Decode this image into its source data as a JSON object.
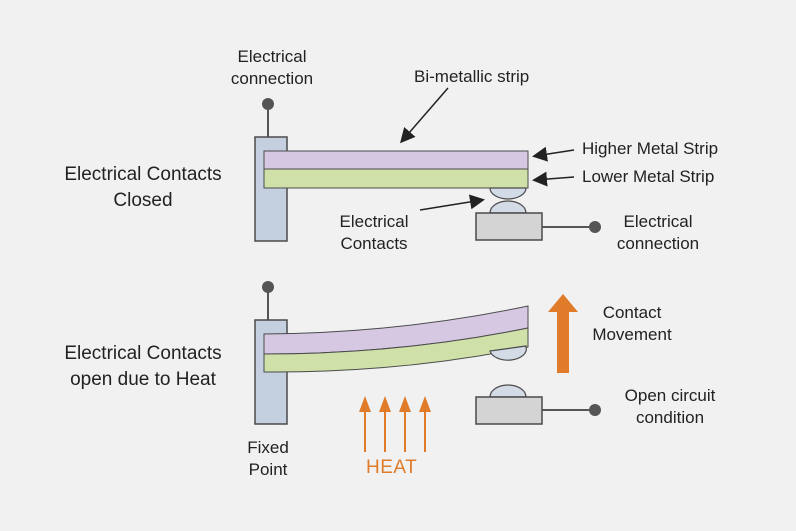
{
  "labels": {
    "electrical_connection_top": [
      "Electrical",
      "connection"
    ],
    "bimetallic_strip": "Bi-metallic strip",
    "higher_metal_strip": "Higher Metal Strip",
    "lower_metal_strip": "Lower Metal Strip",
    "contacts_closed": [
      "Electrical Contacts",
      "Closed"
    ],
    "electrical_contacts": [
      "Electrical",
      "Contacts"
    ],
    "electrical_connection_right": [
      "Electrical",
      "connection"
    ],
    "contact_movement": [
      "Contact",
      "Movement"
    ],
    "contacts_open": [
      "Electrical Contacts",
      "open due to Heat"
    ],
    "open_circuit": [
      "Open circuit",
      "condition"
    ],
    "fixed_point": [
      "Fixed",
      "Point"
    ],
    "heat": "HEAT"
  },
  "colors": {
    "background": "#f1f1f1",
    "post": "#c4d0df",
    "higher_metal": "#d6c8e2",
    "lower_metal": "#cfe0a8",
    "contact": "#d3dbe7",
    "heat_arrow": "#e07b2a",
    "outline": "#4a4a4a"
  }
}
